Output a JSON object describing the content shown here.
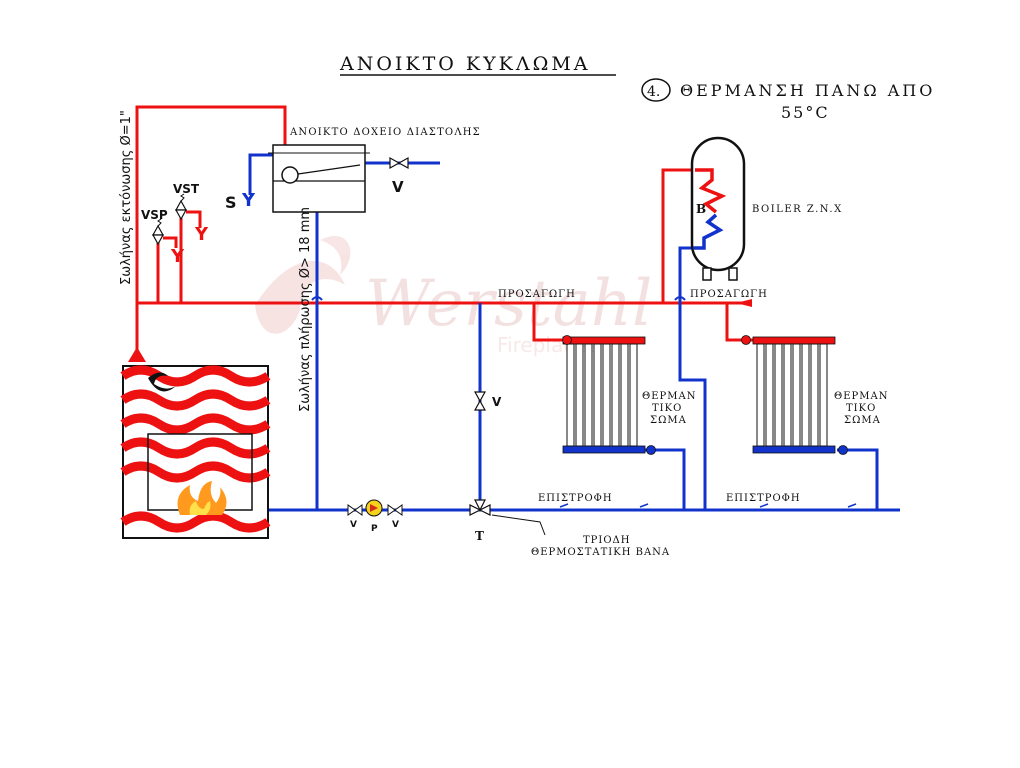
{
  "title": "ΑΝΟΙΚΤΟ ΚΥΚΛΩΜΑ",
  "subtitle": {
    "number": "4.",
    "line1": "ΘΕΡΜΑΝΣΗ ΠΑΝΩ ΑΠΟ",
    "line2": "55°C"
  },
  "tank_label": "ΑΝΟΙΚΤΟ ΔΟΧΕΙΟ ΔΙΑΣΤΟΛΗΣ",
  "expansion_pipe_label": "Σωλήνας εκτόνωσης Ø=1\"",
  "fill_pipe_label": "Σωλήνας πλήρωσης Ø> 18 mm",
  "labels": {
    "s": "S",
    "v_tank": "V",
    "vsp": "VSP",
    "vst": "VST",
    "v_mid": "V",
    "v_left": "V",
    "p": "P",
    "v_right": "V",
    "t": "T",
    "boiler_b": "B"
  },
  "flow_label_1": "ΠΡΟΣΑΓΩΓΗ",
  "flow_label_2": "ΠΡΟΣΑΓΩΓΗ",
  "return_label_1": "ΕΠΙΣΤΡΟΦΗ",
  "return_label_2": "ΕΠΙΣΤΡΟΦΗ",
  "boiler_label": "BOILER Z.N.X",
  "radiator_label": [
    "ΘΕΡΜΑΝ",
    "ΤΙΚΟ",
    "ΣΩΜΑ"
  ],
  "valve_label": [
    "ΤΡΙΟΔΗ",
    "ΘΕΡΜΟΣΤΑΤΙΚΗ ΒΑΝΑ"
  ],
  "watermark": {
    "brand": "Werstahl",
    "sub": "Fireplaces"
  },
  "colors": {
    "hot": "#ee1111",
    "cold": "#1133cc",
    "dark": "#111111"
  }
}
